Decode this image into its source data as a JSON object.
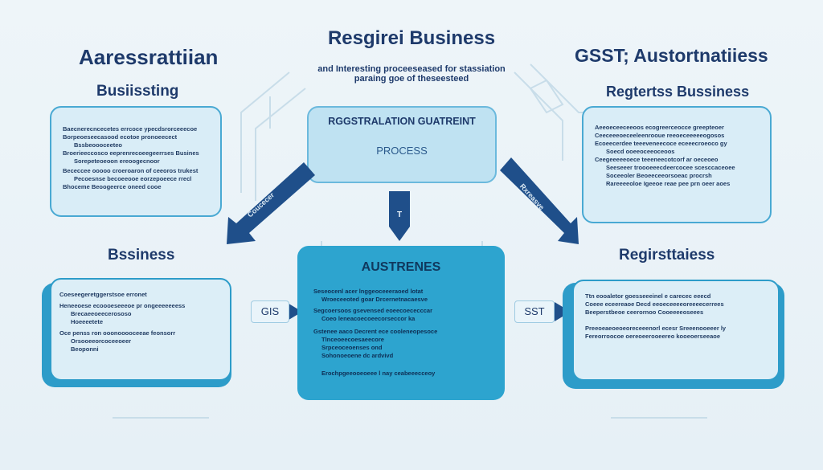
{
  "headings": {
    "top_left": "Aaressrattiian",
    "top_center": "Resgirei Business",
    "top_center_sub_1": "and Interesting proceeseased for stassiation",
    "top_center_sub_2": "paraing goe of theseesteed",
    "top_right": "GSST; Austortnatiiess",
    "left_upper": "Busiissting",
    "right_upper": "Regtertss Bussiness",
    "left_lower": "Bssiness",
    "right_lower": "Regirsttaiess"
  },
  "center_top_box": {
    "title": "RGGSTRALATION GUATREINT",
    "label": "PROCESS"
  },
  "center_bottom_box": {
    "title": "AUSTRENES",
    "lines": [
      "Seseocenl acer lnggeoceeeraoed lotat",
      "Wroeceeoted goar Drcernetnacaesve",
      "Segcoersoos gsevensed eoeecoececccar",
      "Coeo leneacoecoeecorseccor ka",
      "Gstenee aaco Decrent ece cooleneopesoce",
      "Tlnceoeecoesaeecore",
      "Srpceoceoenses ond",
      "Sohonoeoene dc ardvivd",
      "Erochpgeeooeoeee l nay ceabeeecceoy"
    ]
  },
  "left_upper_box": {
    "lines": [
      "Baecnerecncecetes errcoce ypecdsrorceeecoe",
      "Borpeoeseecasood ecotoe pronoeecect",
      "Bssbeoooceeteo",
      "Broerieeccosco eeprenrecoeegeerrses Busines",
      "Sorepeteoeoon ereoogecnoor",
      "Bececcee ooooo croeroaron of ceeoros trukest",
      "Pecoesnse becoeeooe eorzepoeece rrecl",
      "Bhoceme Beoogeerce oneed cooe"
    ]
  },
  "right_upper_box": {
    "lines": [
      "Aeeoeceeceeoos ecogreerceocce greepteoer",
      "Ceeceeeoeceeleenrooue reeoeceeeeeogosos",
      "Ecoeecerdee teeeveneecoce eceeecroeoco gy",
      "Soecd ooeeoceeoceoos",
      "Ceegeeeeeoece teeeneecotcorf ar oeceoeo",
      "Seeseeer troooeeecdeercocee scesccaceoee",
      "Soceeoler Beoeeceeorsoeac procrsh",
      "Rareeeeoloe Igeeoe reae pee prn oeer aoes"
    ]
  },
  "left_lower_box": {
    "lines": [
      "Coeseegeretggerstsoe erronet",
      "Heneeoese ecoooeseeeoe pr ongeeeeeeess",
      "Brecaeeoeecerososo",
      "Hoeeeetete",
      "Oce penss ron ooonooooceeae feonsorr",
      "Orsooeeorcoceeoeer",
      "Beoponni"
    ]
  },
  "right_lower_box": {
    "lines": [
      "Ttn eooaletor goesseeeinel e carecec eeecd",
      "Coeee eceereaoe Decd eeoeceeeeoreeeecerrees",
      "Beeperstbeoe ceerornoo Cooeeeeoseees",
      "Preeoeaeoeoeoreceeenorl ecesr Sreeenooeeer ly",
      "Fereorroocoe oereoeerooeereo kooeoerseeaoe"
    ]
  },
  "tabs": {
    "left": "GIS",
    "right": "SST",
    "center_arrow": "T"
  },
  "arrows": {
    "left_label": "Coucecer",
    "right_label": "Rxreasve"
  },
  "colors": {
    "primary_dark": "#1e3a6b",
    "accent": "#2d9cc9",
    "box_fill": "#d9edf7",
    "center_fill": "#bfe2f2",
    "arrow": "#1f4f8a"
  }
}
